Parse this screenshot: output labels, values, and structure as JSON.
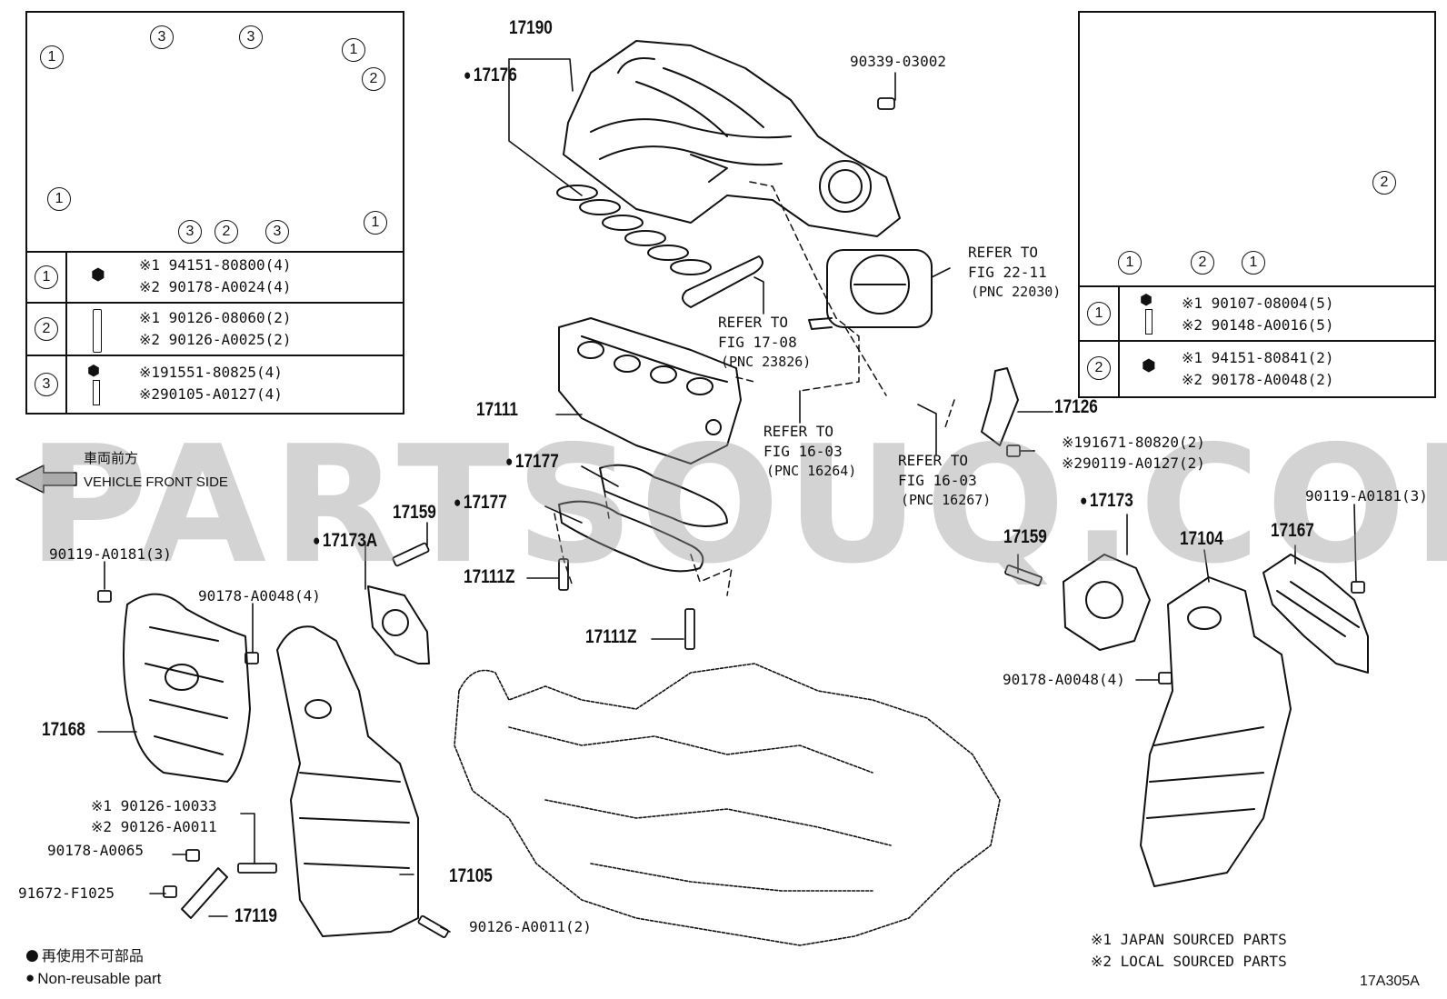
{
  "watermark": "PARTSOUQ.COM",
  "diagram_code": "17A305A",
  "direction": {
    "jp": "車両前方",
    "en": "VEHICLE FRONT SIDE"
  },
  "legend": {
    "nonreusable_jp": "再使用不可部品",
    "nonreusable_en": "Non-reusable part",
    "japan": "※1 JAPAN SOURCED PARTS",
    "local": "※2 LOCAL SOURCED PARTS"
  },
  "left_table": {
    "circles": [
      "1",
      "2",
      "3"
    ],
    "rows": [
      {
        "n": "1",
        "l1": "※1 94151-80800(4)",
        "l2": "※2 90178-A0024(4)"
      },
      {
        "n": "2",
        "l1": "※1 90126-08060(2)",
        "l2": "※2 90126-A0025(2)"
      },
      {
        "n": "3",
        "l1": "※191551-80825(4)",
        "l2": "※290105-A0127(4)"
      }
    ]
  },
  "right_table": {
    "circles": [
      "1",
      "2"
    ],
    "rows": [
      {
        "n": "1",
        "l1": "※1 90107-08004(5)",
        "l2": "※2 90148-A0016(5)"
      },
      {
        "n": "2",
        "l1": "※1 94151-80841(2)",
        "l2": "※2 90178-A0048(2)"
      }
    ]
  },
  "parts": {
    "p17190": "17190",
    "p17176": "17176",
    "p90339": "90339-03002",
    "refer_22_a": "REFER TO",
    "refer_22_b": "FIG 22-11",
    "refer_22_c": "(PNC 22030)",
    "refer_17_a": "REFER TO",
    "refer_17_b": "FIG 17-08",
    "refer_17_c": "(PNC 23826)",
    "refer_16a_a": "REFER TO",
    "refer_16a_b": "FIG 16-03",
    "refer_16a_c": "(PNC 16264)",
    "refer_16b_a": "REFER TO",
    "refer_16b_b": "FIG 16-03",
    "refer_16b_c": "(PNC 16267)",
    "p17111": "17111",
    "p17126": "17126",
    "p91671": "※191671-80820(2)",
    "p90119_2": "※290119-A0127(2)",
    "p17177a": "17177",
    "p17177b": "17177",
    "p17159a": "17159",
    "p17173A": "17173A",
    "p17111Za": "17111Z",
    "p17111Zb": "17111Z",
    "p90119a": "90119-A0181(3)",
    "p90178a": "90178-A0048(4)",
    "p17168": "17168",
    "p17173": "17173",
    "p17159b": "17159",
    "p17104": "17104",
    "p17167": "17167",
    "p90119b": "90119-A0181(3)",
    "p90178b": "90178-A0048(4)",
    "p90126_1": "※1 90126-10033",
    "p90126_2": "※2 90126-A0011",
    "p90178c": "90178-A0065",
    "p91672": "91672-F1025",
    "p17105": "17105",
    "p17119": "17119",
    "p90126c": "90126-A0011(2)"
  }
}
